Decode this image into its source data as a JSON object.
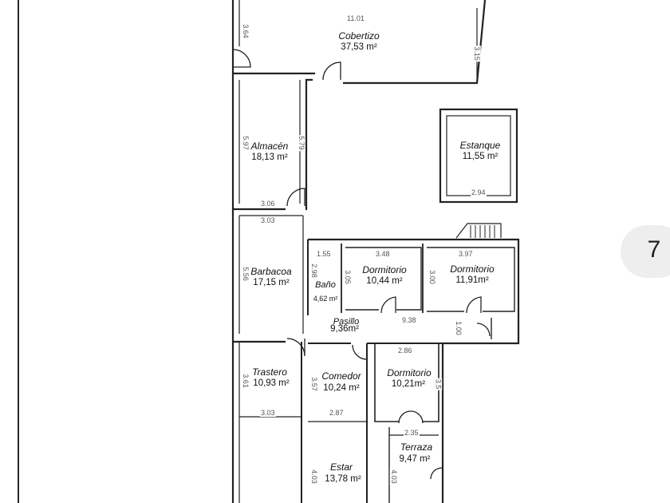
{
  "page_indicator": "7",
  "rooms": [
    {
      "name": "Cobertizo",
      "area": "37,53 m²"
    },
    {
      "name": "Almacén",
      "area": "18,13 m²"
    },
    {
      "name": "Estanque",
      "area": "11,55 m²"
    },
    {
      "name": "Barbacoa",
      "area": "17,15 m²"
    },
    {
      "name": "Baño",
      "area": "4,62 m²"
    },
    {
      "name": "Dormitorio",
      "area": "10,44 m²"
    },
    {
      "name": "Dormitorio",
      "area": "11,91m²"
    },
    {
      "name": "Pasillo",
      "area": "9,36m²"
    },
    {
      "name": "Trastero",
      "area": "10,93 m²"
    },
    {
      "name": "Comedor",
      "area": "10,24 m²"
    },
    {
      "name": "Dormitorio",
      "area": "10,21m²"
    },
    {
      "name": "Terraza",
      "area": "9,47 m²"
    },
    {
      "name": "Estar",
      "area": "13,78 m²"
    }
  ],
  "dimensions": [
    "11.01",
    "3.64",
    "3.15",
    "5.97",
    "5.79",
    "3.06",
    "2.94",
    "3.03",
    "5.56",
    "1.55",
    "2.98",
    "3.48",
    "3.05",
    "3.97",
    "3.00",
    "9.38",
    "1.00",
    "2.86",
    "3.61",
    "3.57",
    "3.5",
    "3.03",
    "2.87",
    "2.35",
    "4.03",
    "4.03"
  ]
}
